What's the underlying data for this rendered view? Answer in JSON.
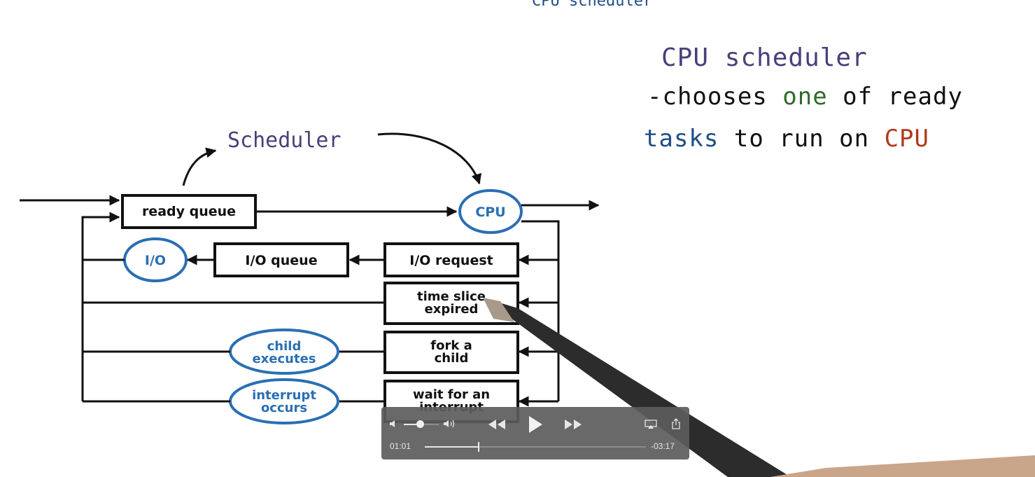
{
  "top_handwriting": "CPU scheduler",
  "notes": {
    "dash": "-",
    "chooses": "chooses",
    "one": "one",
    "of_ready": "of ready",
    "tasks": "tasks",
    "to_run_on": "to run on",
    "cpu": "CPU"
  },
  "diagram": {
    "scheduler_label": "Scheduler",
    "ready_queue": "ready queue",
    "cpu": "CPU",
    "io": "I/O",
    "io_queue": "I/O queue",
    "io_request": "I/O request",
    "time_slice_1": "time slice",
    "time_slice_2": "expired",
    "fork_1": "fork a",
    "fork_2": "child",
    "child_exec_1": "child",
    "child_exec_2": "executes",
    "wait_1": "wait for an",
    "wait_2": "interrupt",
    "interrupt_1": "interrupt",
    "interrupt_2": "occurs"
  },
  "colors": {
    "note_purple": "#4a3f7a",
    "note_black": "#111111",
    "note_green": "#2f6b2a",
    "note_blue": "#1f4e86",
    "note_red": "#b03a1a",
    "ellipse_blue": "#2a6fb3",
    "player_bg": "#5c5c5c"
  },
  "player": {
    "current_time": "01:01",
    "remaining_time": "-03:17",
    "progress": 0.243,
    "volume": 0.45,
    "icons": [
      "volume-low-icon",
      "volume-high-icon",
      "rewind-icon",
      "play-icon",
      "fast-forward-icon",
      "airplay-icon",
      "share-icon"
    ]
  }
}
